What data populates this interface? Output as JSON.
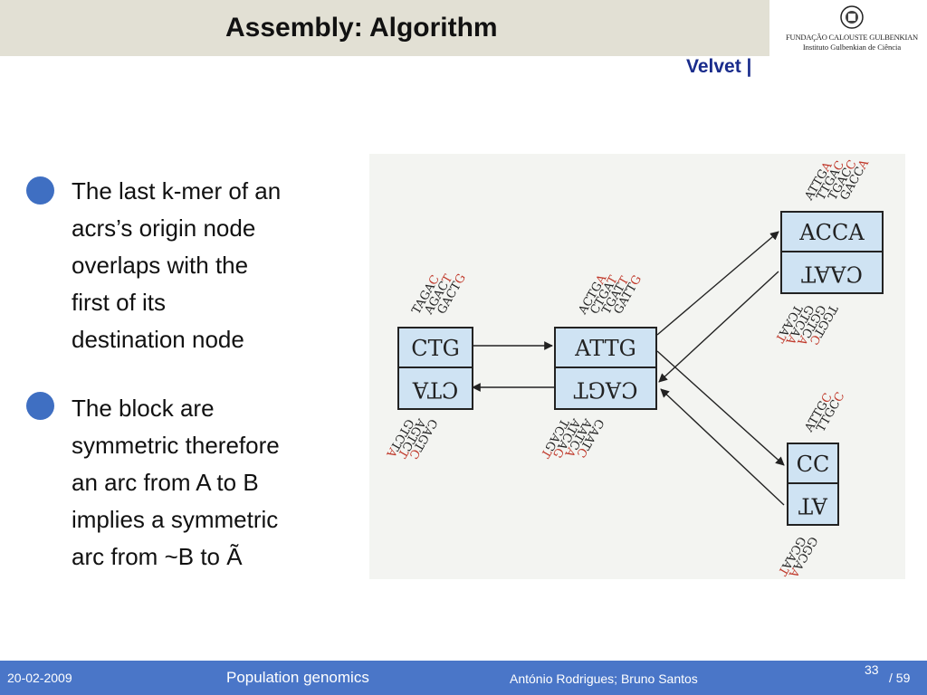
{
  "header": {
    "title": "Assembly: Algorithm",
    "subtitle": "Velvet |"
  },
  "logo": {
    "icon": "gulbenkian-emblem-icon",
    "line1": "FUNDAÇÃO CALOUSTE GULBENKIAN",
    "line2": "Instituto Gulbenkian de Ciência"
  },
  "bullets": [
    {
      "lines": [
        "The last k-mer of an",
        "acrs’s origin node",
        "overlaps with the",
        "first of its",
        "destination node"
      ]
    },
    {
      "lines": [
        "The block are",
        "symmetric therefore",
        "an arc from A to B",
        "implies a symmetric",
        "arc from ~B to Ã"
      ]
    }
  ],
  "diagram": {
    "colors": {
      "node_fill": "#cfe3f3",
      "red": "#c0392b",
      "ink": "#222222"
    },
    "nodes": [
      {
        "top": "CTG",
        "bottom": "CTA"
      },
      {
        "top": "ATTG",
        "bottom": "CAGT"
      },
      {
        "top": "ACCA",
        "bottom": "CAAT"
      },
      {
        "top": "CC",
        "bottom": "AT"
      }
    ],
    "kmers": {
      "ctg_top": [
        [
          "TAGA",
          "C"
        ],
        [
          "AGAC",
          "T"
        ],
        [
          "GACT",
          "G"
        ]
      ],
      "ctg_bottom": [
        [
          "CAGT",
          "C"
        ],
        [
          "AGTC",
          "T"
        ],
        [
          "GTCT",
          "A"
        ]
      ],
      "attg_top": [
        [
          "ACTG",
          "A"
        ],
        [
          "CTGA",
          "T"
        ],
        [
          "TGAT",
          "T"
        ],
        [
          "GATT",
          "G"
        ]
      ],
      "attg_bottom": [
        [
          "CAAT",
          "C"
        ],
        [
          "AATC",
          "A"
        ],
        [
          "ATCA",
          "G"
        ],
        [
          "TCAG",
          "T"
        ]
      ],
      "acca_top": [
        [
          "ATTG",
          "A"
        ],
        [
          "TTGA",
          "C"
        ],
        [
          "TGAC",
          "C"
        ],
        [
          "GACC",
          "A"
        ]
      ],
      "acca_bottom": [
        [
          "TGGT",
          "C"
        ],
        [
          "GGTC",
          "A"
        ],
        [
          "GTCA",
          "A"
        ],
        [
          "TCAA",
          "T"
        ]
      ],
      "cc_top": [
        [
          "ATTG",
          "C"
        ],
        [
          "TTGC",
          "C"
        ]
      ],
      "cc_bottom": [
        [
          "GGCA",
          "A"
        ],
        [
          "GCAA",
          "T"
        ]
      ]
    }
  },
  "footer": {
    "date": "20-02-2009",
    "course": "Population genomics",
    "authors": "António Rodrigues; Bruno Santos",
    "page": "33",
    "total": "/ 59"
  }
}
